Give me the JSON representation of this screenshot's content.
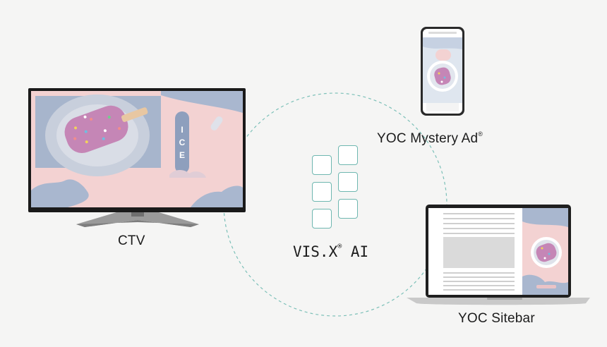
{
  "devices": {
    "ctv": {
      "label": "CTV",
      "screen_word": "ICE"
    },
    "mobile": {
      "label": "YOC Mystery Ad",
      "mark": "®"
    },
    "laptop": {
      "label": "YOC Sitebar"
    }
  },
  "center": {
    "label_main": "VIS.X",
    "mark": "®",
    "label_suffix": " AI"
  },
  "colors": {
    "accent_teal": "#6fb7b0",
    "background": "#f5f5f4",
    "ad_pink": "#f3d2d2",
    "ad_blue": "#a9b7cf"
  }
}
